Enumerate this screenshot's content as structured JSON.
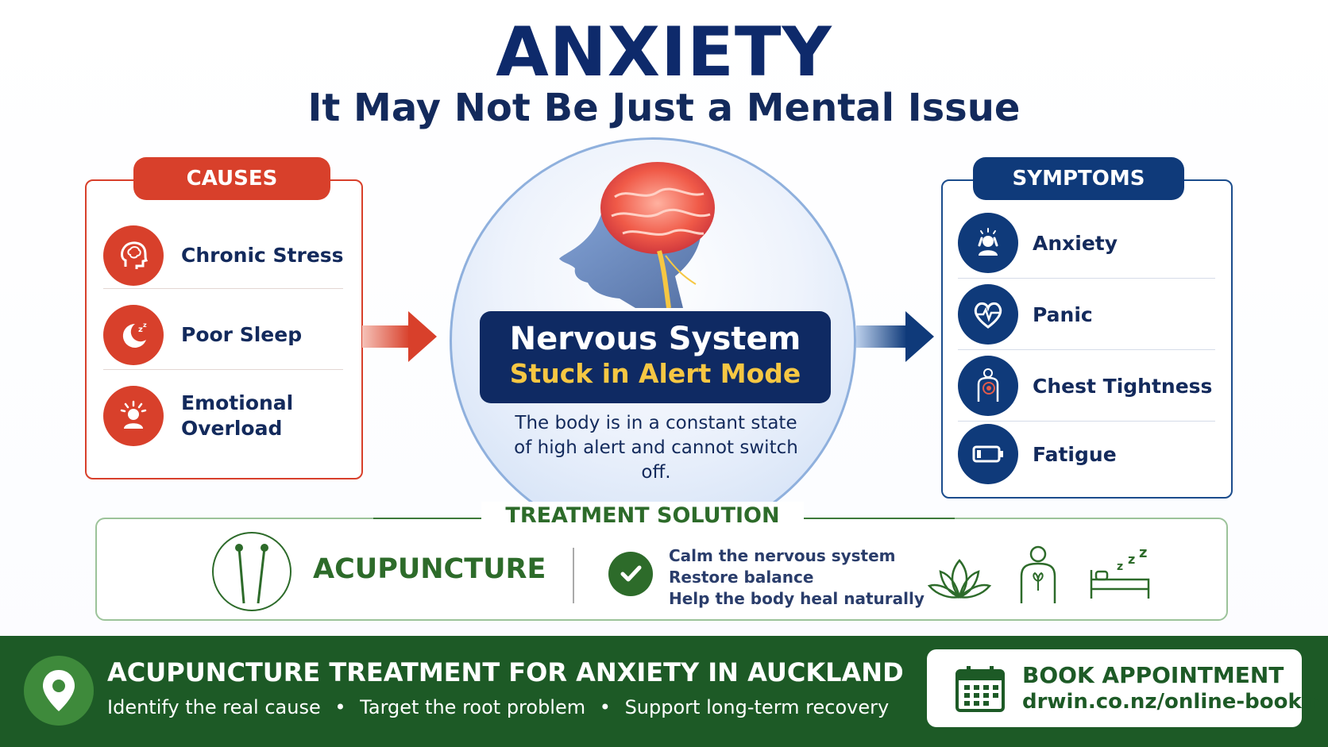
{
  "header": {
    "title": "ANXIETY",
    "subtitle": "It May Not Be Just a Mental Issue"
  },
  "causes": {
    "tag": "CAUSES",
    "items": [
      {
        "label": "Chronic Stress",
        "icon": "stressed-head-icon"
      },
      {
        "label": "Poor Sleep",
        "icon": "moon-sleep-icon"
      },
      {
        "label": "Emotional Overload",
        "icon": "overloaded-person-icon"
      }
    ]
  },
  "center": {
    "title": "Nervous System",
    "subtitle": "Stuck in Alert Mode",
    "description": "The body is in a constant state of high alert and cannot switch off.",
    "image": "brain-head-illustration"
  },
  "symptoms": {
    "tag": "SYMPTOMS",
    "items": [
      {
        "label": "Anxiety",
        "icon": "anxious-person-icon"
      },
      {
        "label": "Panic",
        "icon": "heartbeat-icon"
      },
      {
        "label": "Chest Tightness",
        "icon": "chest-icon"
      },
      {
        "label": "Fatigue",
        "icon": "low-battery-icon"
      }
    ]
  },
  "treatment": {
    "title": "TREATMENT SOLUTION",
    "method": "ACUPUNCTURE",
    "benefits": [
      "Calm the nervous system",
      "Restore balance",
      "Help the body heal naturally"
    ],
    "icons": [
      "lotus-icon",
      "body-herb-icon",
      "bed-sleep-icon"
    ]
  },
  "footer": {
    "title": "ACUPUNCTURE TREATMENT FOR ANXIETY IN AUCKLAND",
    "points": [
      "Identify the real cause",
      "Target the root problem",
      "Support long-term recovery"
    ],
    "separator": "•",
    "book_label": "BOOK APPOINTMENT",
    "book_url": "drwin.co.nz/online-booking"
  },
  "colors": {
    "navy": "#0e2a6b",
    "red": "#d8402b",
    "green": "#1d5a26",
    "gold": "#f6c743"
  }
}
